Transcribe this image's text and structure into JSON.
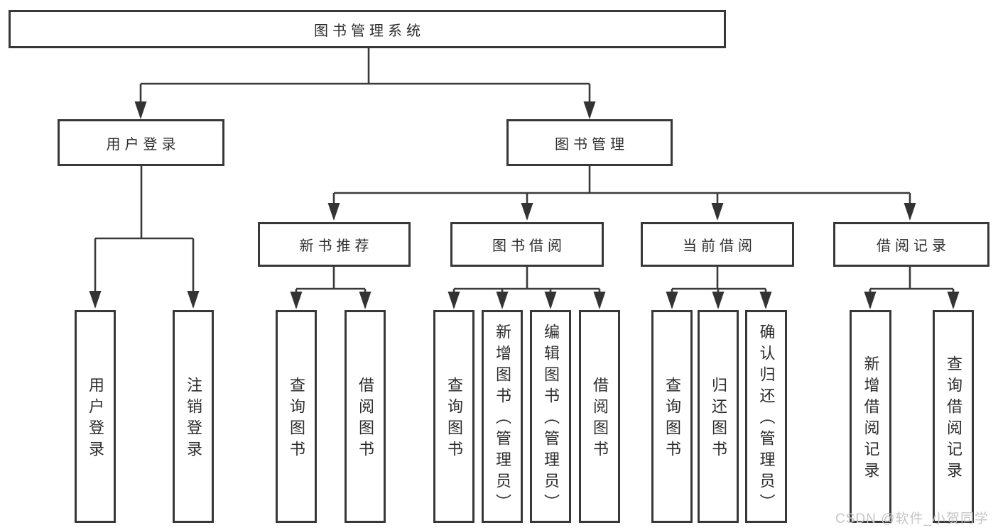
{
  "tree": {
    "root": {
      "label": "图书管理系统",
      "children": [
        {
          "label": "用户登录",
          "children": [
            {
              "label": "用户登录"
            },
            {
              "label": "注销登录"
            }
          ]
        },
        {
          "label": "图书管理",
          "children": [
            {
              "label": "新书推荐",
              "children": [
                {
                  "label": "查询图书"
                },
                {
                  "label": "借阅图书"
                }
              ]
            },
            {
              "label": "图书借阅",
              "children": [
                {
                  "label": "查询图书"
                },
                {
                  "label": "新增图书（管理员）"
                },
                {
                  "label": "编辑图书（管理员）"
                },
                {
                  "label": "借阅图书"
                }
              ]
            },
            {
              "label": "当前借阅",
              "children": [
                {
                  "label": "查询图书"
                },
                {
                  "label": "归还图书"
                },
                {
                  "label": "确认归还（管理员）"
                }
              ]
            },
            {
              "label": "借阅记录",
              "children": [
                {
                  "label": "新增借阅记录"
                },
                {
                  "label": "查询借阅记录"
                }
              ]
            }
          ]
        }
      ]
    }
  },
  "watermark": {
    "text": "CSDN @软件_小贺同学"
  },
  "colors": {
    "background": "#ffffff",
    "line": "#3a3a3a",
    "box_border": "#383838",
    "text": "#2d2d2d",
    "watermark": "#c5c5c5"
  }
}
